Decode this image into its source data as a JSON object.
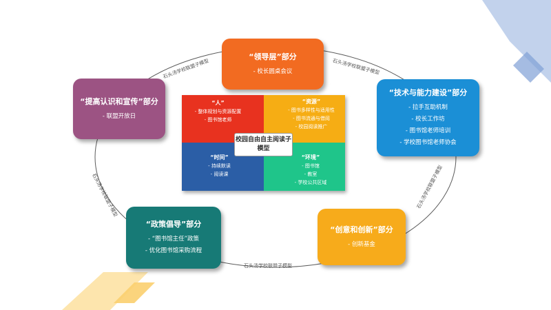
{
  "diagram": {
    "center_label": "校园自由自主阅读子模型",
    "connector_label": "石头汤学校联盟子模型",
    "quadrants": {
      "people": {
        "title": "“人”",
        "items": [
          "- 整体规划与资源配置",
          "- 图书馆老师"
        ]
      },
      "resources": {
        "title": "“资源”",
        "items": [
          "- 图书多样性与适用性",
          "- 图书流通与借阅",
          "- 校园阅读推广"
        ]
      },
      "time": {
        "title": "“时间”",
        "items": [
          "- 持续默读",
          "- 阅读课"
        ]
      },
      "environment": {
        "title": "“环境”",
        "items": [
          "- 图书馆",
          "- 教室",
          "- 学校公共区域"
        ]
      }
    },
    "boxes": {
      "leadership": {
        "title": "“领导层”部分",
        "items": [
          "- 校长圆桌会议"
        ],
        "color": "#f26b21"
      },
      "tech": {
        "title": "“技术与能力建设”部分",
        "items": [
          "- 拉手互助机制",
          "- 校长工作坊",
          "- 图书馆老师培训",
          "- 学校图书馆老师协会"
        ],
        "color": "#1b8fd6"
      },
      "creative": {
        "title": "“创意和创新”部分",
        "items": [
          "- 创新基金"
        ],
        "color": "#f7ab1b"
      },
      "policy": {
        "title": "“政策倡导”部分",
        "items": [
          "- “图书馆主任”政策",
          "- 优化图书馆采购流程"
        ],
        "color": "#177a76"
      },
      "awareness": {
        "title": "“提高认识和宣传”部分",
        "items": [
          "- 联盟开放日"
        ],
        "color": "#9c5383"
      }
    }
  }
}
